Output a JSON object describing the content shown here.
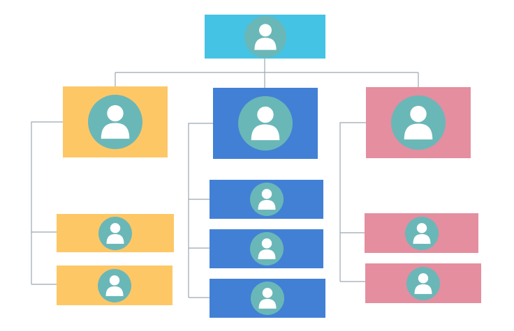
{
  "diagram": {
    "type": "org-chart",
    "colors": {
      "root": "#44c3e4",
      "branch_orange": "#fec766",
      "branch_blue": "#4280d6",
      "branch_pink": "#e48ea0",
      "avatar_bg": "#6ab7b8",
      "avatar_fg": "#ffffff",
      "connector": "#9aa8b0"
    },
    "nodes": [
      {
        "id": "root",
        "level": 0,
        "color": "#44c3e4",
        "icon": "person-icon"
      },
      {
        "id": "branch-1",
        "level": 1,
        "parent": "root",
        "color": "#fec766",
        "icon": "person-icon"
      },
      {
        "id": "branch-2",
        "level": 1,
        "parent": "root",
        "color": "#4280d6",
        "icon": "person-icon"
      },
      {
        "id": "branch-3",
        "level": 1,
        "parent": "root",
        "color": "#e48ea0",
        "icon": "person-icon"
      },
      {
        "id": "branch-1-child-1",
        "level": 2,
        "parent": "branch-1",
        "color": "#fec766",
        "icon": "person-icon"
      },
      {
        "id": "branch-1-child-2",
        "level": 2,
        "parent": "branch-1",
        "color": "#fec766",
        "icon": "person-icon"
      },
      {
        "id": "branch-2-child-1",
        "level": 2,
        "parent": "branch-2",
        "color": "#4280d6",
        "icon": "person-icon"
      },
      {
        "id": "branch-2-child-2",
        "level": 2,
        "parent": "branch-2",
        "color": "#4280d6",
        "icon": "person-icon"
      },
      {
        "id": "branch-2-child-3",
        "level": 2,
        "parent": "branch-2",
        "color": "#4280d6",
        "icon": "person-icon"
      },
      {
        "id": "branch-3-child-1",
        "level": 2,
        "parent": "branch-3",
        "color": "#e48ea0",
        "icon": "person-icon"
      },
      {
        "id": "branch-3-child-2",
        "level": 2,
        "parent": "branch-3",
        "color": "#e48ea0",
        "icon": "person-icon"
      }
    ]
  }
}
